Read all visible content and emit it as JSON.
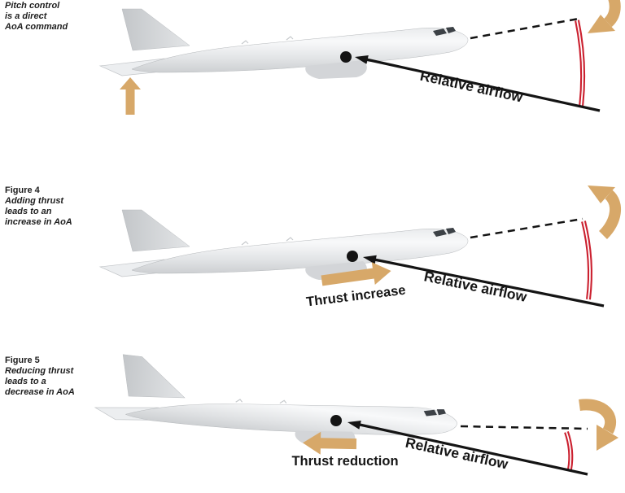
{
  "page": {
    "background": "#ffffff"
  },
  "colors": {
    "arrow_tan": "#d7a869",
    "arc_red": "#cb202f",
    "ink": "#141414",
    "plane_light": "#f7f8f9",
    "plane_mid": "#d8dadc",
    "plane_dark": "#c0c3c6"
  },
  "figures": [
    {
      "caption": {
        "title": "",
        "lines": [
          "Pitch control",
          "is a direct",
          "AoA command"
        ]
      },
      "labels": {
        "airflow": "Relative airflow"
      }
    },
    {
      "caption": {
        "title": "Figure 4",
        "lines": [
          "Adding thrust",
          "leads to an",
          "increase in AoA"
        ]
      },
      "labels": {
        "airflow": "Relative airflow",
        "thrust": "Thrust increase"
      }
    },
    {
      "caption": {
        "title": "Figure 5",
        "lines": [
          "Reducing thrust",
          "leads to a",
          "decrease in AoA"
        ]
      },
      "labels": {
        "airflow": "Relative airflow",
        "thrust": "Thrust reduction"
      }
    }
  ]
}
